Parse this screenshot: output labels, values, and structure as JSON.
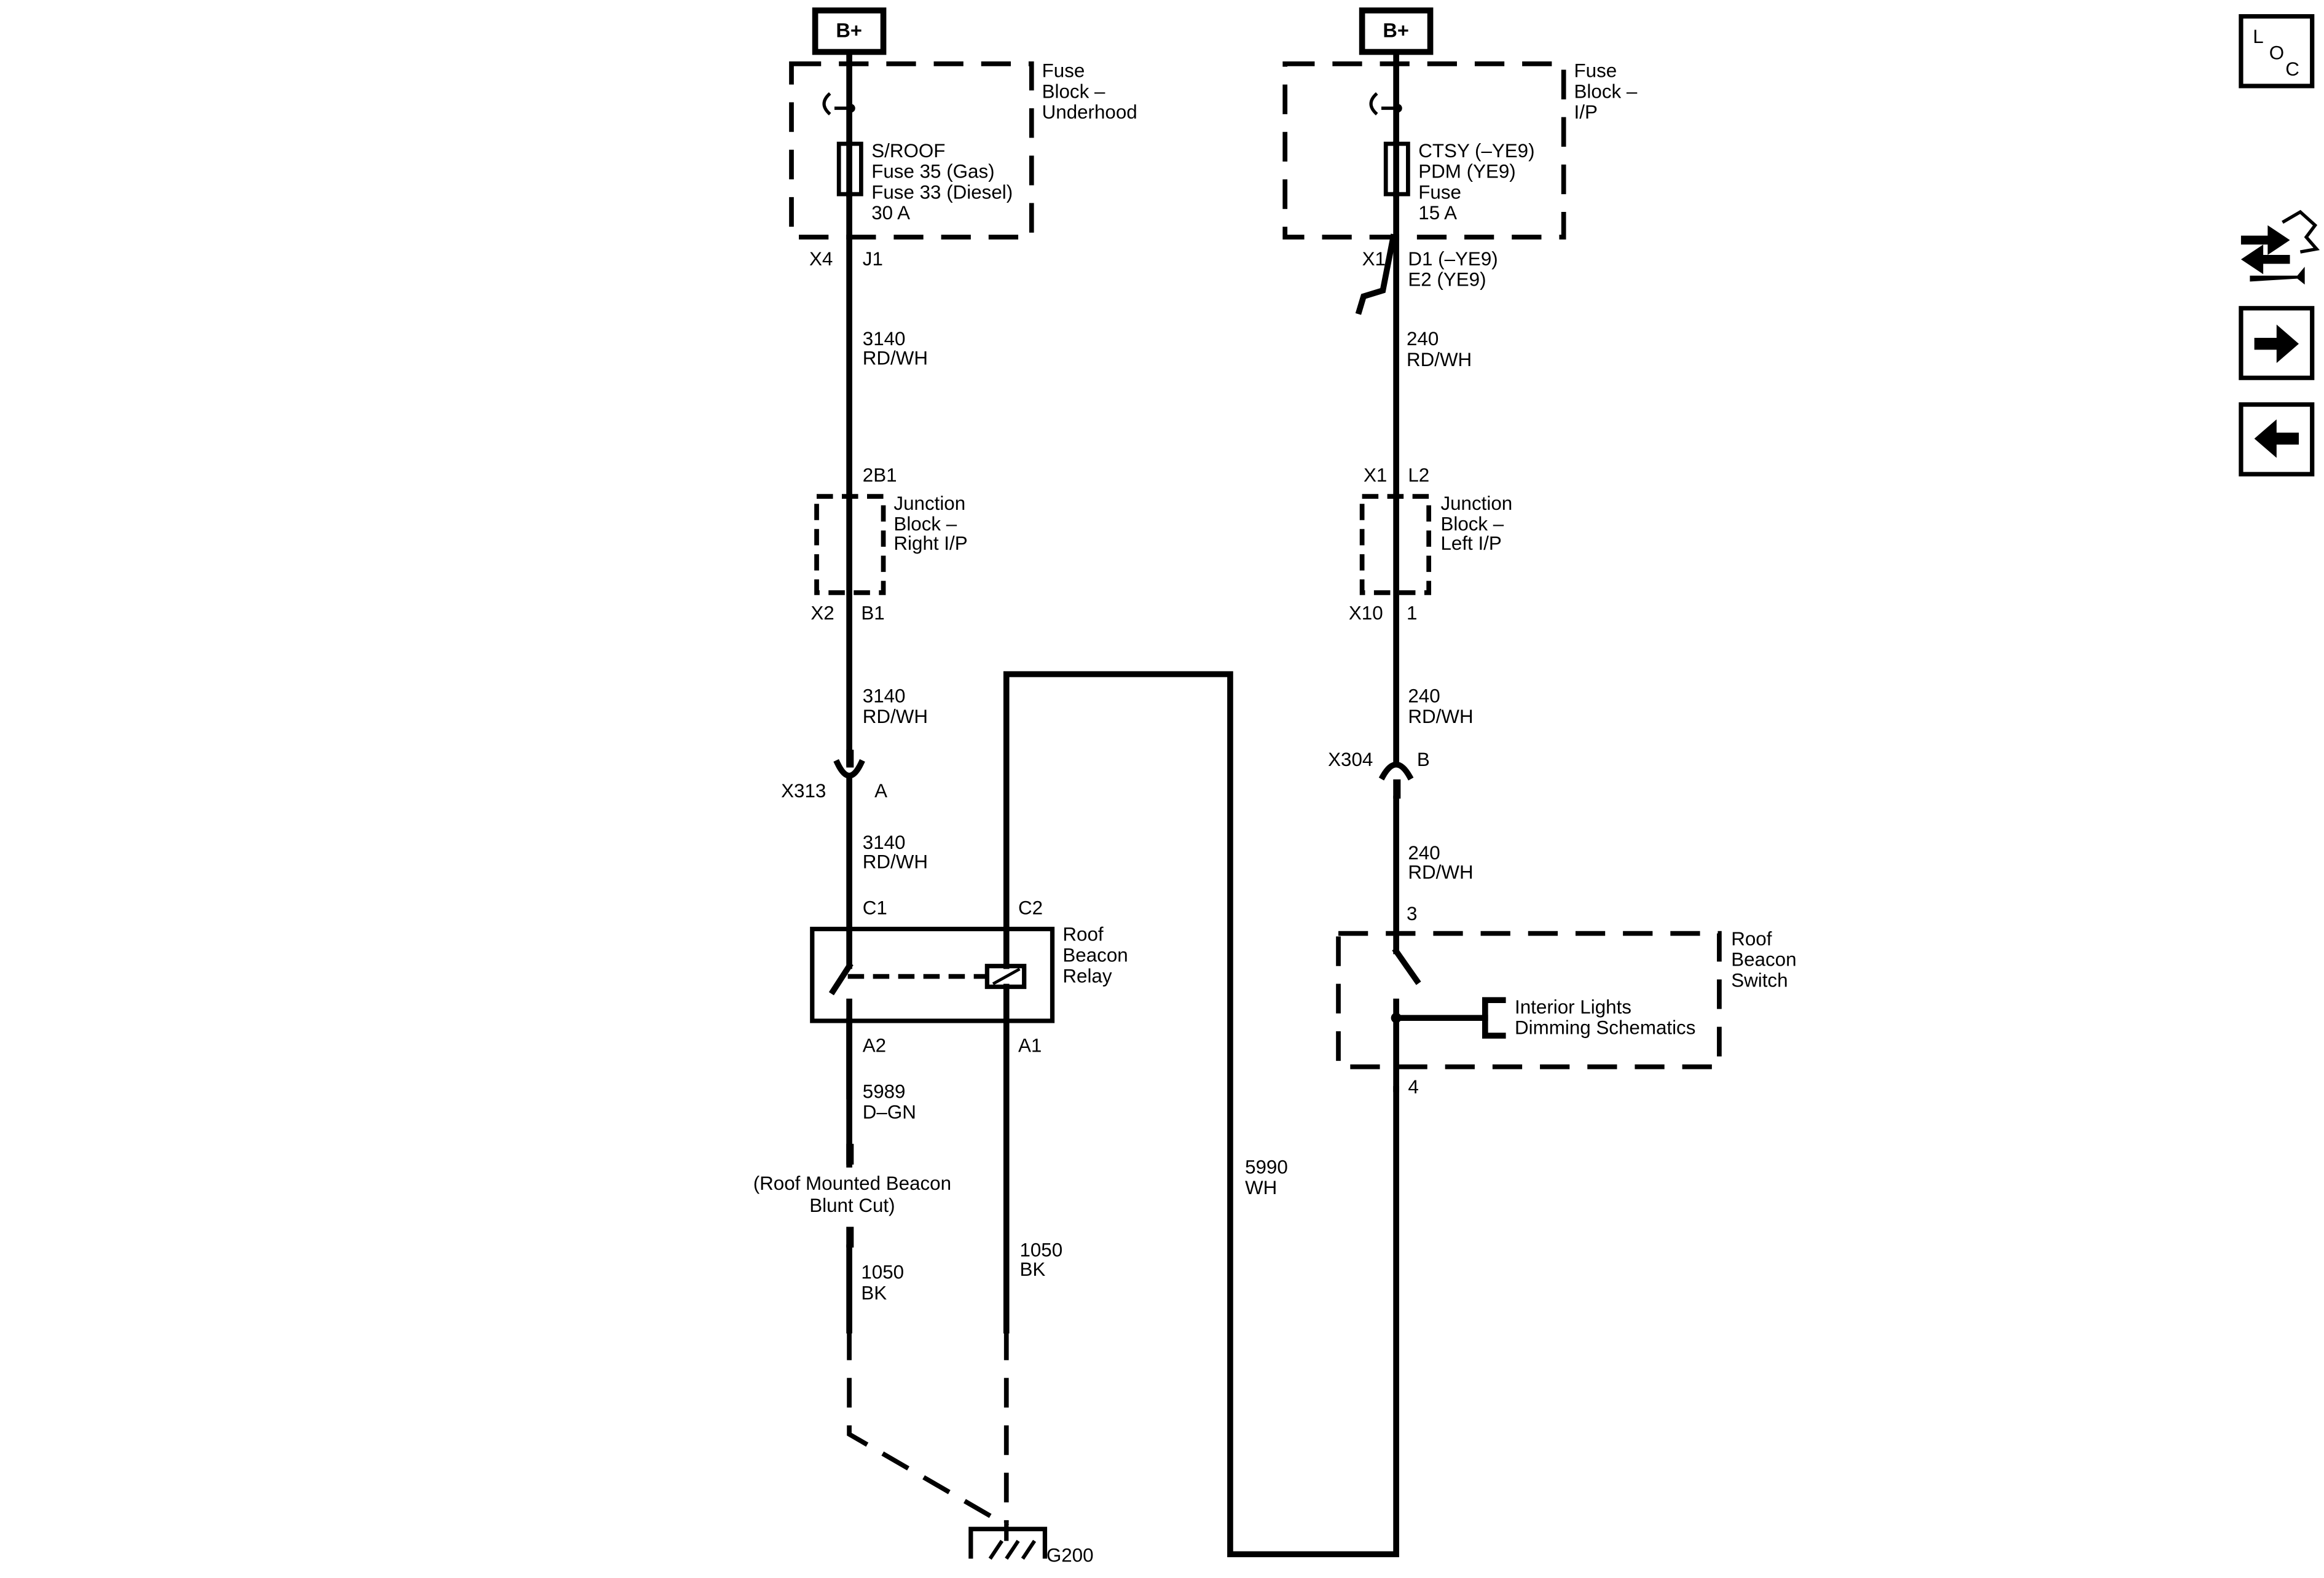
{
  "nav": {
    "loc_l": "L",
    "loc_o": "O",
    "loc_c": "C"
  },
  "left": {
    "power": "B+",
    "fuse_block": [
      "Fuse",
      "Block –",
      "Underhood"
    ],
    "fuse": [
      "S/ROOF",
      "Fuse 35 (Gas)",
      "Fuse 33 (Diesel)",
      "30 A"
    ],
    "fuse_conn": "X4",
    "fuse_pin": "J1",
    "wire1": [
      "3140",
      "RD/WH"
    ],
    "jb_in_pin": "2B1",
    "junction_block": [
      "Junction",
      "Block –",
      "Right I/P"
    ],
    "jb_conn": "X2",
    "jb_pin": "B1",
    "wire2": [
      "3140",
      "RD/WH"
    ],
    "inline_conn": "X313",
    "inline_pin": "A",
    "wire3": [
      "3140",
      "RD/WH"
    ],
    "relay_pin_c1": "C1",
    "relay_pin_c2": "C2",
    "relay": [
      "Roof",
      "Beacon",
      "Relay"
    ],
    "relay_pin_a2": "A2",
    "relay_pin_a1": "A1",
    "wire4": [
      "5989",
      "D–GN"
    ],
    "blunt_cut": [
      "(Roof Mounted Beacon",
      "Blunt Cut)"
    ],
    "wire5": [
      "1050",
      "BK"
    ],
    "wire6": [
      "1050",
      "BK"
    ],
    "ground": "G200"
  },
  "right": {
    "power": "B+",
    "fuse_block": [
      "Fuse",
      "Block –",
      "I/P"
    ],
    "fuse": [
      "CTSY (–YE9)",
      "PDM (YE9)",
      "Fuse",
      "15 A"
    ],
    "fuse_conn": "X1",
    "fuse_pins": [
      "D1 (–YE9)",
      "E2 (YE9)"
    ],
    "wire1": [
      "240",
      "RD/WH"
    ],
    "jb_conn_in": "X1",
    "jb_in_pin": "L2",
    "junction_block": [
      "Junction",
      "Block –",
      "Left I/P"
    ],
    "jb_conn": "X10",
    "jb_pin": "1",
    "wire2": [
      "240",
      "RD/WH"
    ],
    "inline_conn": "X304",
    "inline_pin": "B",
    "wire3": [
      "240",
      "RD/WH"
    ],
    "switch_pin_in": "3",
    "switch": [
      "Roof",
      "Beacon",
      "Switch"
    ],
    "dimming_ref": [
      "Interior Lights",
      "Dimming Schematics"
    ],
    "switch_pin_out": "4",
    "wire_cross": [
      "5990",
      "WH"
    ]
  }
}
